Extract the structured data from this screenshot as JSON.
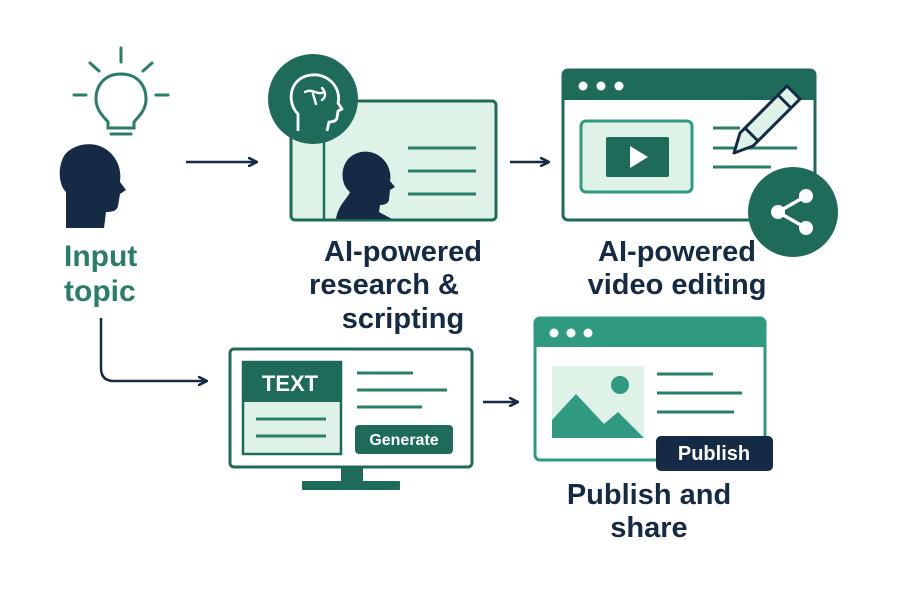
{
  "colors": {
    "navy": "#142a45",
    "green_dark": "#1f6b59",
    "green_mid": "#2f9a7f",
    "green_light": "#def2e8",
    "white": "#ffffff"
  },
  "steps": {
    "input": {
      "label_line1": "Input",
      "label_line2": "topic",
      "icons": [
        "lightbulb-icon",
        "person-head-icon"
      ]
    },
    "research": {
      "label_line1": "AI-powered",
      "label_line2": "research &",
      "label_line3": "scripting",
      "icons": [
        "brain-head-icon",
        "person-head-icon"
      ]
    },
    "video": {
      "label_line1": "AI-powered",
      "label_line2": "video editing",
      "icons": [
        "play-icon",
        "pencil-icon",
        "share-icon"
      ]
    },
    "generate": {
      "text_badge": "TEXT",
      "button_label": "Generate",
      "icons": [
        "monitor-icon"
      ]
    },
    "publish": {
      "label_line1": "Publish and",
      "label_line2": "share",
      "button_label": "Publish",
      "icons": [
        "image-icon"
      ]
    }
  },
  "arrows": [
    "input-to-research",
    "research-to-video",
    "input-to-generate",
    "generate-to-publish"
  ]
}
